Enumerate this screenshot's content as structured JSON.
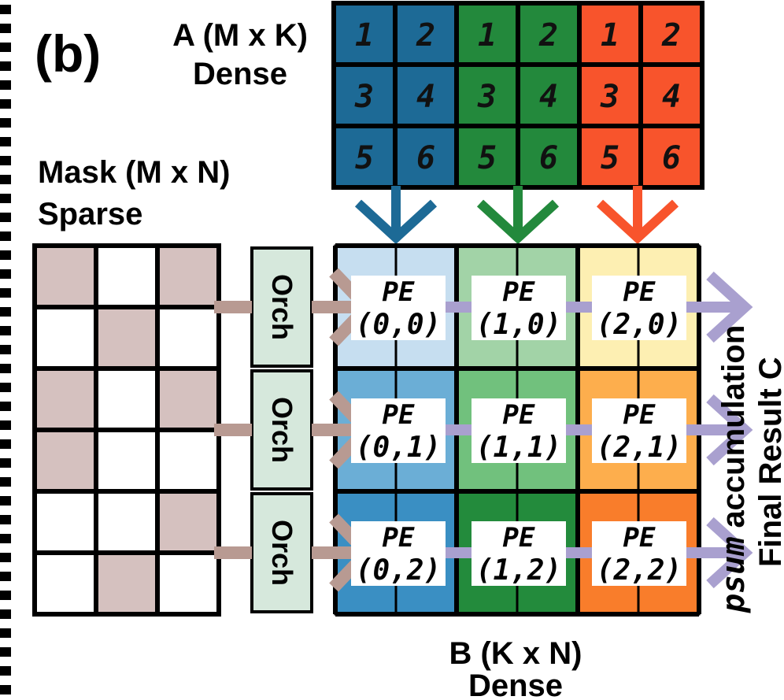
{
  "figure": {
    "panel_label": "(b)",
    "matrix_a": {
      "title": "A (M x K)",
      "subtitle": "Dense",
      "numbers": [
        "1",
        "2",
        "3",
        "4",
        "5",
        "6"
      ],
      "column_colors": [
        "#1d6a96",
        "#23893c",
        "#f8542c"
      ]
    },
    "mask": {
      "title": "Mask (M x N)",
      "subtitle": "Sparse",
      "pattern": [
        [
          1,
          0,
          1
        ],
        [
          0,
          1,
          0
        ],
        [
          1,
          0,
          1
        ],
        [
          1,
          0,
          0
        ],
        [
          0,
          0,
          1
        ],
        [
          0,
          1,
          0
        ]
      ],
      "fill_color": "#d5c1bf"
    },
    "orch": {
      "label": "Orch",
      "count": 3,
      "fill_color": "#d6e8dc"
    },
    "pe_grid": {
      "labels": [
        [
          "PE",
          "(0,0)"
        ],
        [
          "PE",
          "(1,0)"
        ],
        [
          "PE",
          "(2,0)"
        ],
        [
          "PE",
          "(0,1)"
        ],
        [
          "PE",
          "(1,1)"
        ],
        [
          "PE",
          "(2,1)"
        ],
        [
          "PE",
          "(0,2)"
        ],
        [
          "PE",
          "(1,2)"
        ],
        [
          "PE",
          "(2,2)"
        ]
      ],
      "cell_colors": [
        [
          "#c6def0",
          "#a2d3a7",
          "#fdefb2"
        ],
        [
          "#6baed6",
          "#71c17d",
          "#fdae4d"
        ],
        [
          "#3a8fc3",
          "#238b3c",
          "#f97d2b"
        ]
      ]
    },
    "matrix_b": {
      "title": "B (K x N)",
      "subtitle": "Dense"
    },
    "side_labels": {
      "psum": "psum",
      "accumulation": " accumulation",
      "result": "Final Result C"
    },
    "arrow_colors": {
      "mask_arrow": "#b89a92",
      "psum_arrow": "#a9a0cf"
    }
  }
}
